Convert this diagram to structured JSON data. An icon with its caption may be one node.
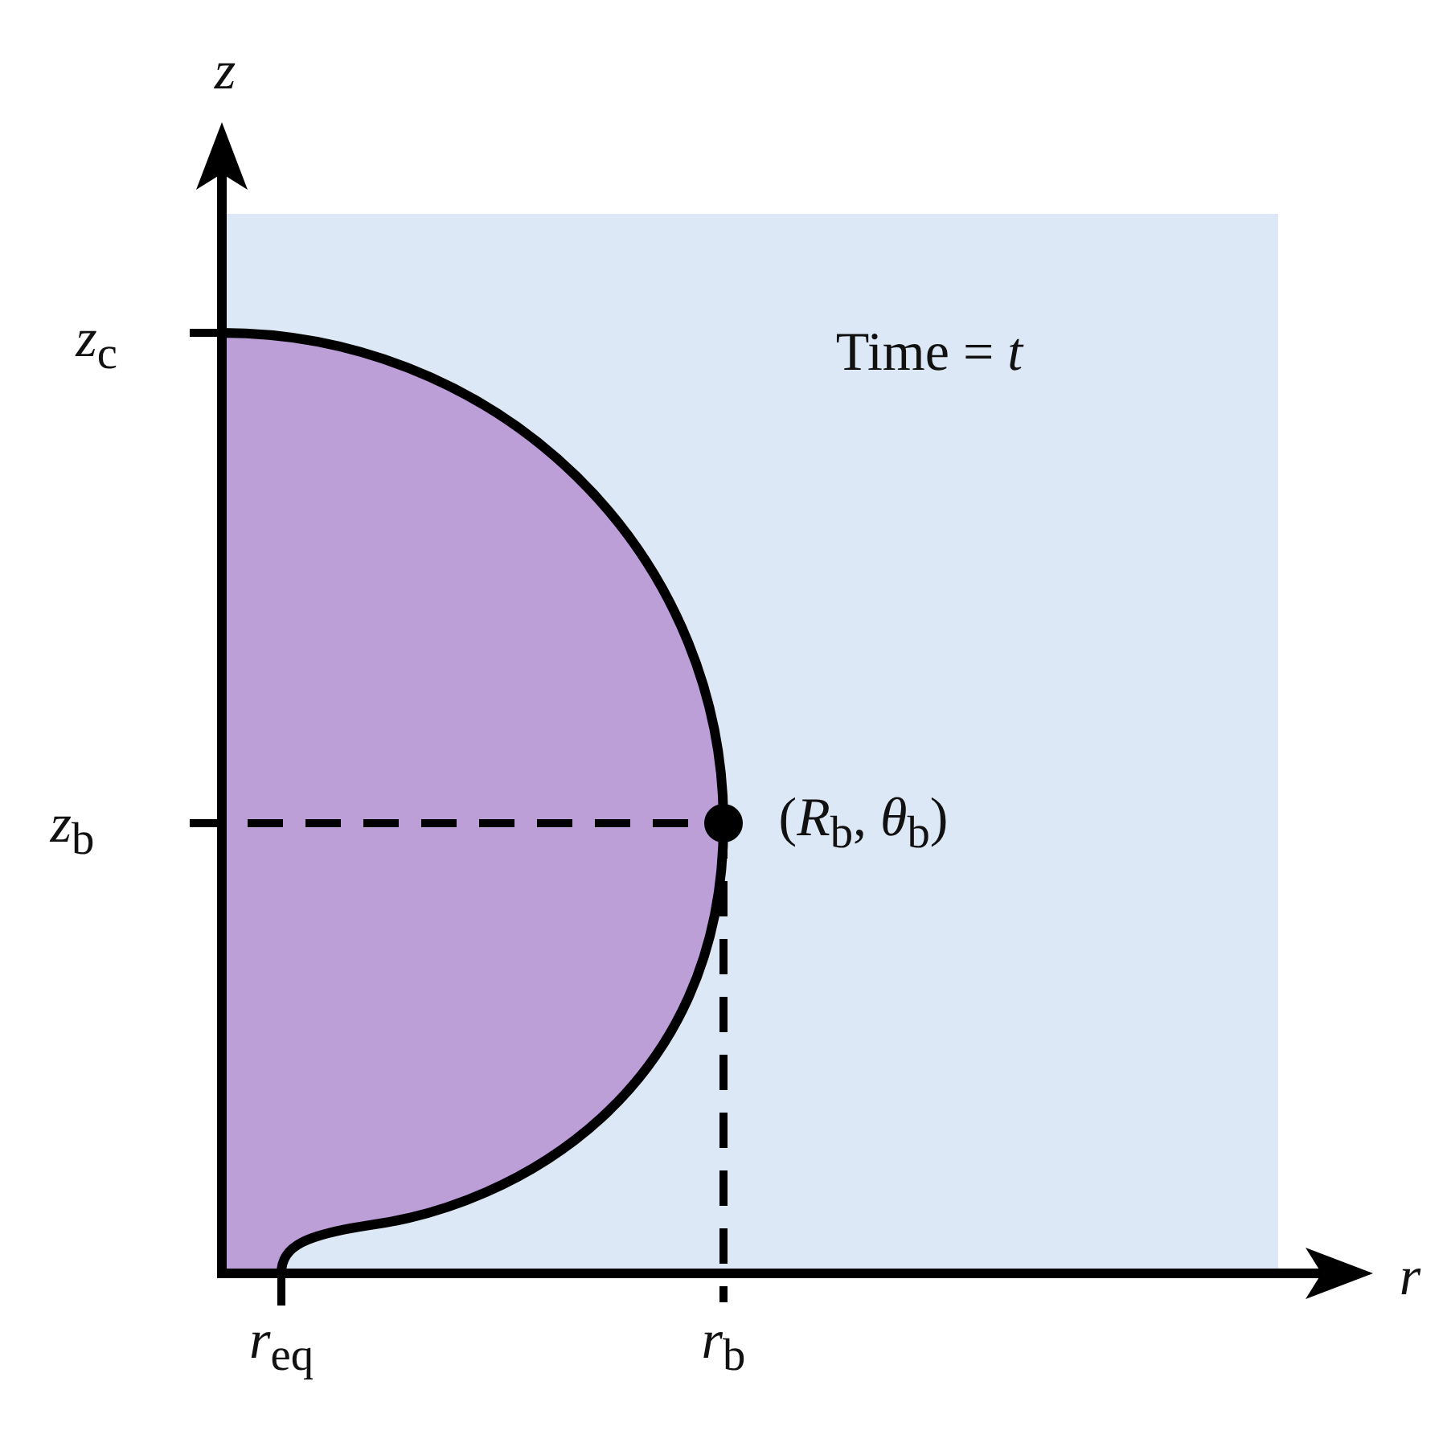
{
  "diagram": {
    "labels": [
      "*z*",
      "*z*$_{c}$",
      "Time = *t*",
      "*z*$_{b}$",
      "(*R*$_{b}$, *θ*$_{b}$)",
      "*r*$_{eq}$",
      "*r*$_{b}$",
      "*r*"
    ]
  }
}
